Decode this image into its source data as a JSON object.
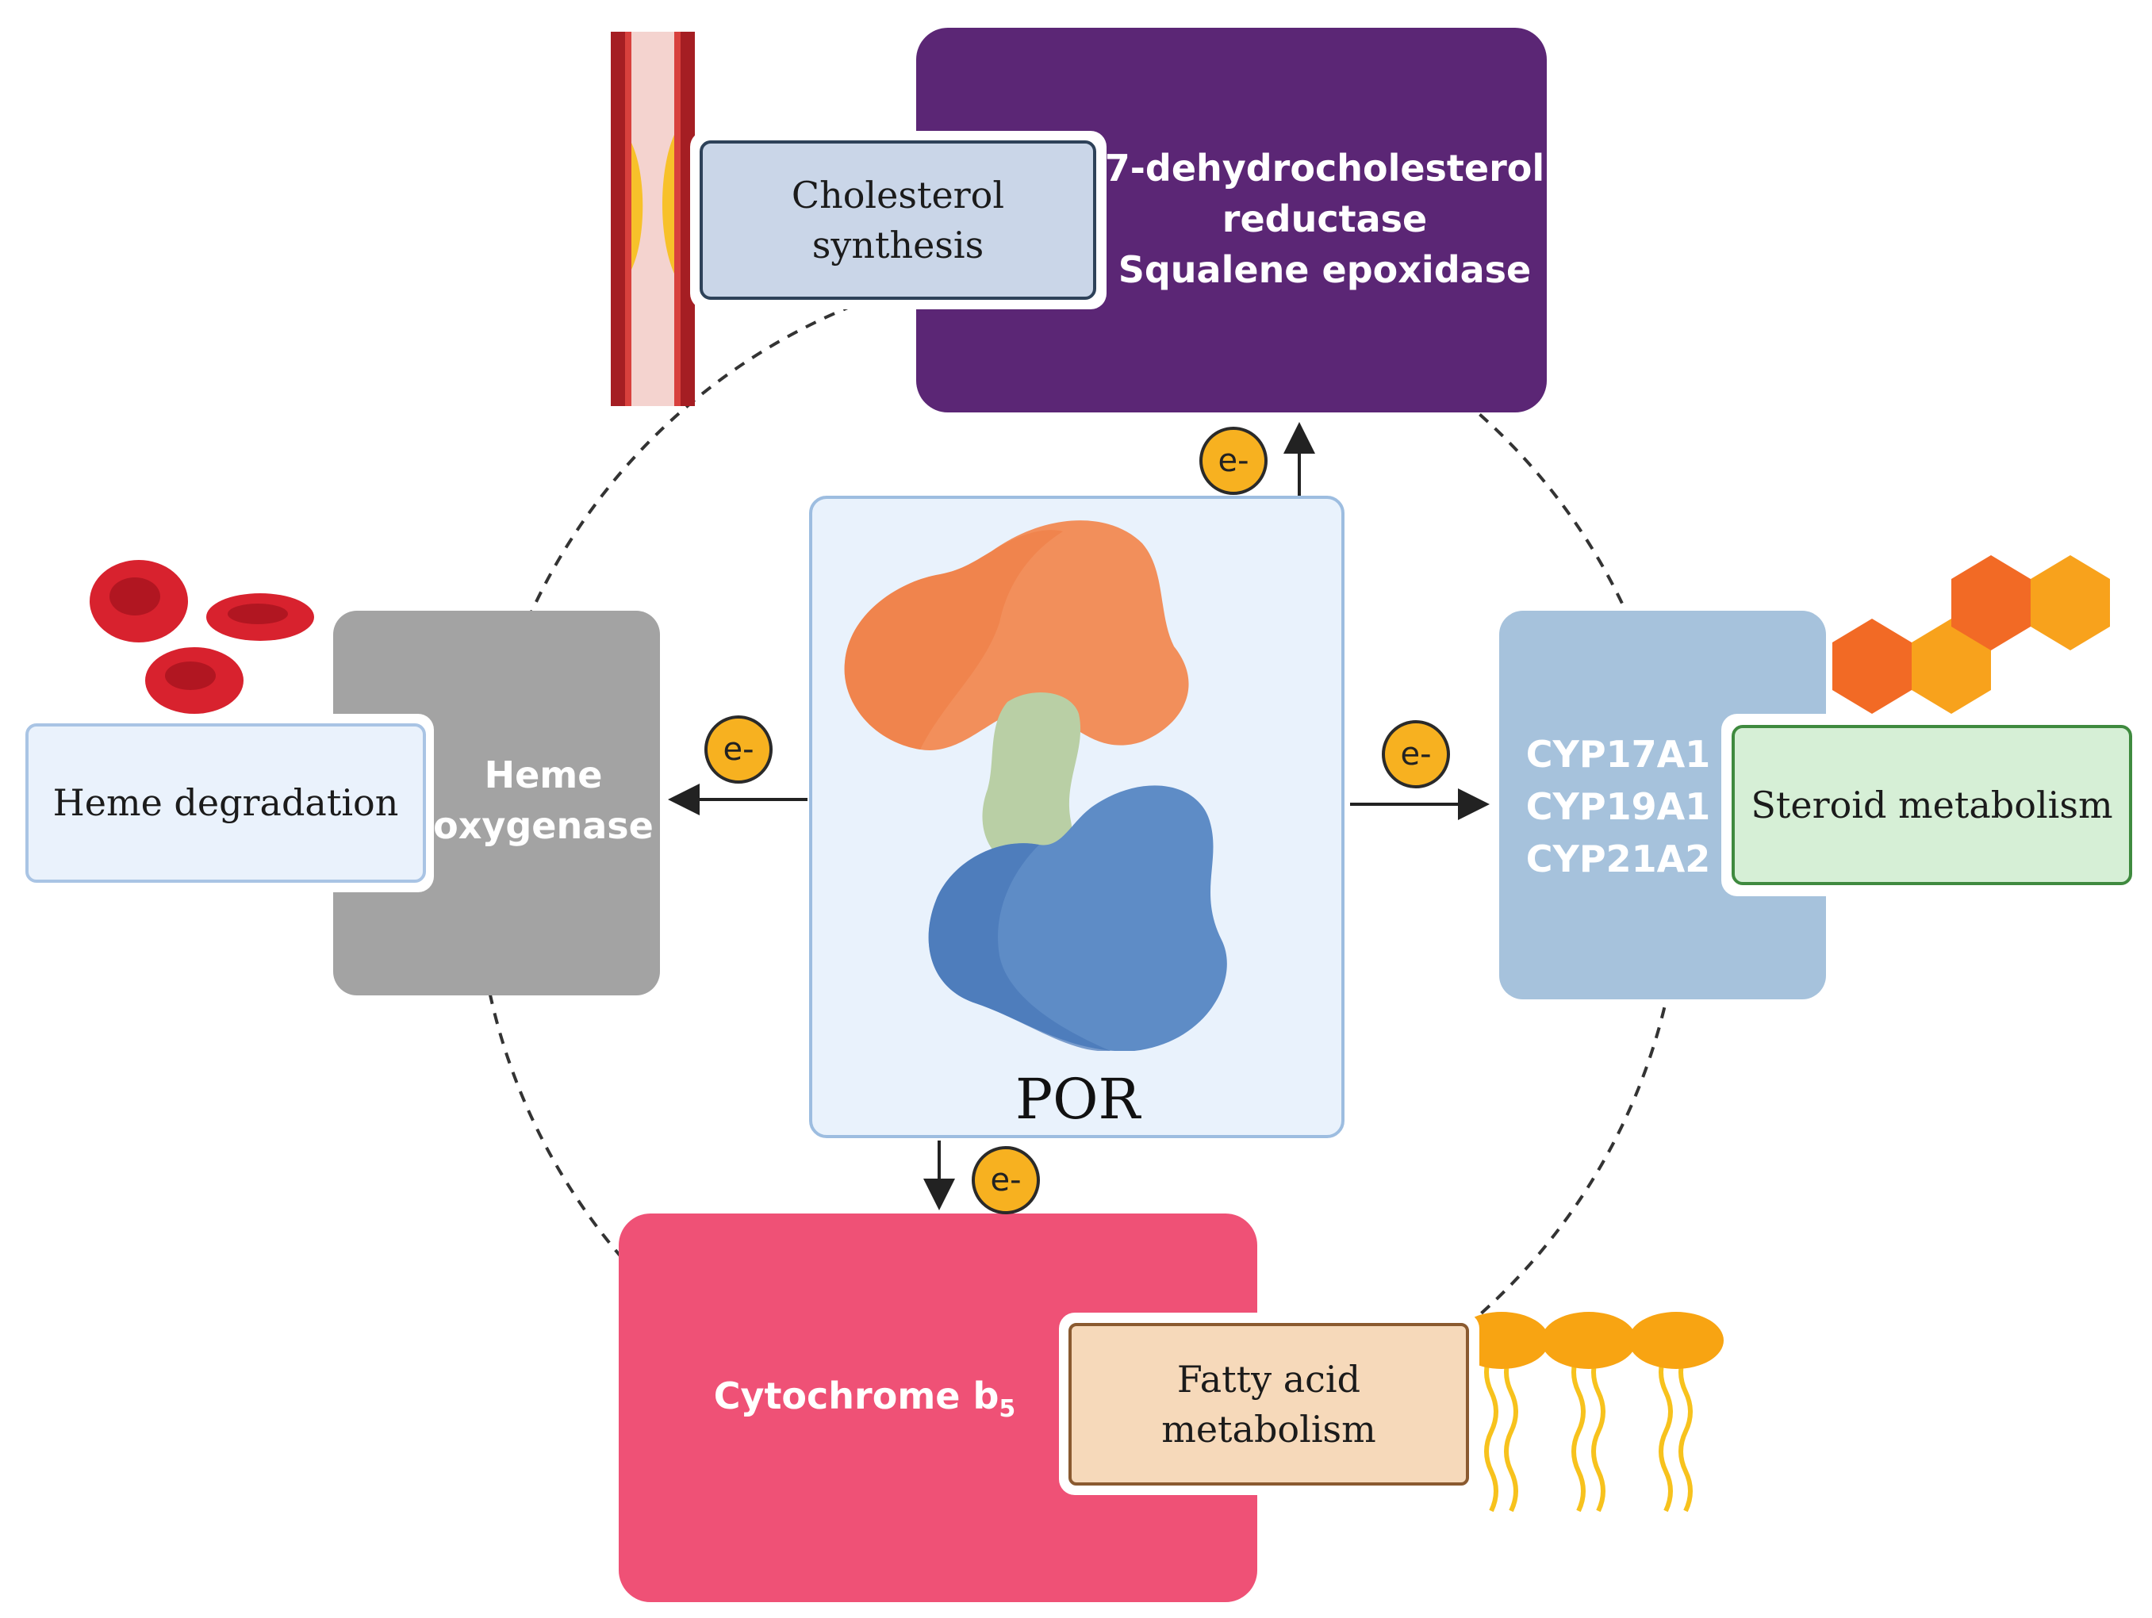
{
  "center": {
    "label": "POR"
  },
  "electron": {
    "label": "e-"
  },
  "top": {
    "enzymes": [
      "7-dehydrocholesterol",
      "reductase",
      "Squalene epoxidase"
    ],
    "process": [
      "Cholesterol",
      "synthesis"
    ]
  },
  "left": {
    "enzymes": [
      "Heme",
      "oxygenase"
    ],
    "process": "Heme degradation"
  },
  "right": {
    "enzymes": [
      "CYP17A1",
      "CYP19A1",
      "CYP21A2"
    ],
    "process": "Steroid metabolism"
  },
  "bottom": {
    "enzyme": "Cytochrome b",
    "enzyme_subscript": "5",
    "process": [
      "Fatty acid",
      "metabolism"
    ]
  },
  "colors": {
    "purple": "#5b2675",
    "gray": "#a3a3a3",
    "light_blue": "#a6c2dc",
    "pink": "#ef5176",
    "electron": "#f7b120",
    "por_box": "#e9f2fc",
    "protein_orange": "#f28f5b",
    "protein_green": "#b9cfa5",
    "protein_blue": "#5e8cc6"
  },
  "icons": [
    "blood-vessel-icon",
    "red-blood-cell-icon",
    "steroid-molecule-icon",
    "phospholipid-icon"
  ]
}
